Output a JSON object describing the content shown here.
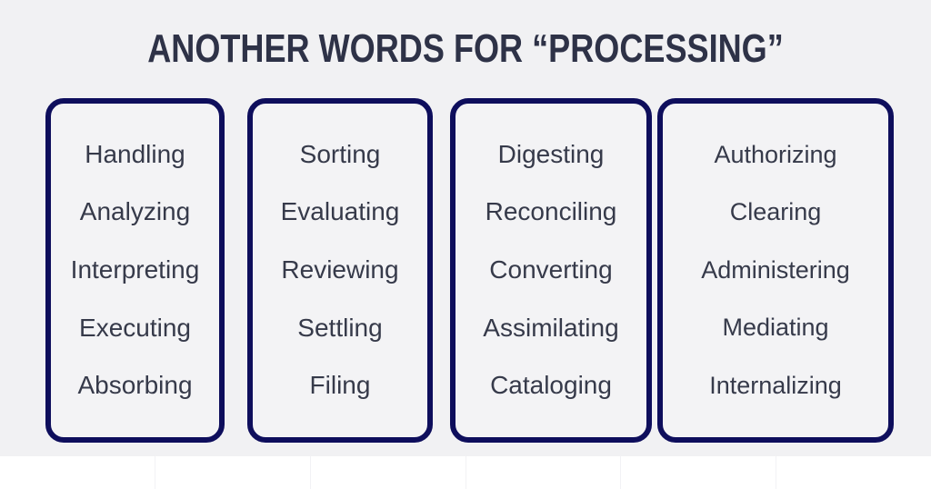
{
  "title": "ANOTHER WORDS FOR “PROCESSING”",
  "cards": [
    {
      "words": [
        "Handling",
        "Analyzing",
        "Interpreting",
        "Executing",
        "Absorbing"
      ]
    },
    {
      "words": [
        "Sorting",
        "Evaluating",
        "Reviewing",
        "Settling",
        "Filing"
      ]
    },
    {
      "words": [
        "Digesting",
        "Reconciling",
        "Converting",
        "Assimilating",
        "Cataloging"
      ]
    },
    {
      "words": [
        "Authorizing",
        "Clearing",
        "Administering",
        "Mediating",
        "Internalizing"
      ]
    }
  ],
  "colors": {
    "background": "#f1f1f3",
    "card_border": "#0e0e5c",
    "card_background": "#f3f3f5",
    "word_text": "#363a4a",
    "title_text": "#2e3247",
    "footer_background": "#ffffff"
  }
}
